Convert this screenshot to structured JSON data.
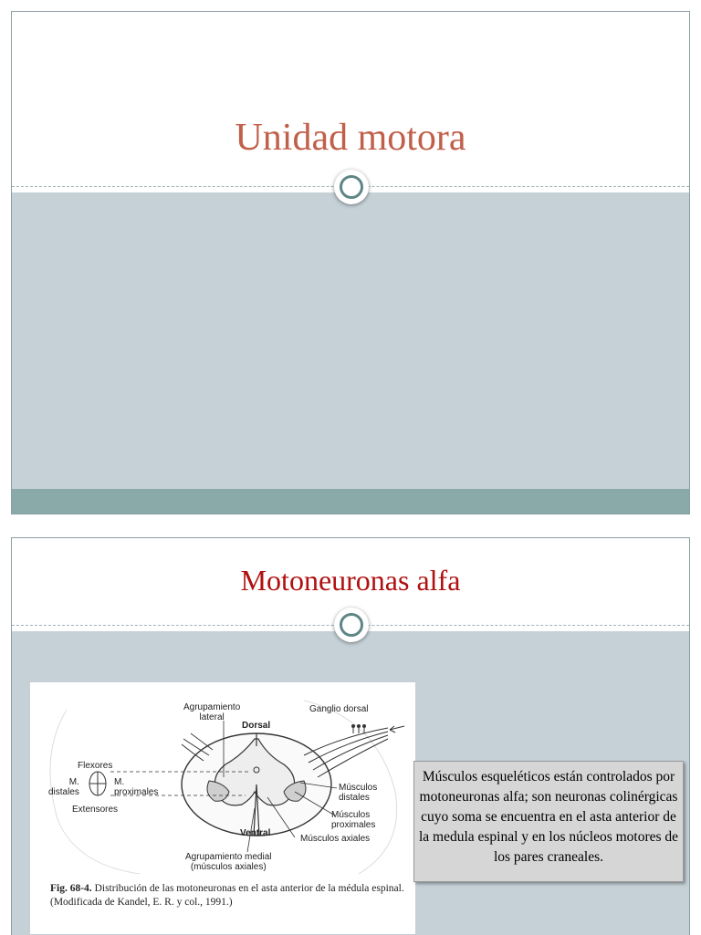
{
  "slide1": {
    "title": "Unidad motora"
  },
  "slide2": {
    "title": "Motoneuronas alfa",
    "figure": {
      "labels": {
        "agrupamiento_lateral": "Agrupamiento\nlateral",
        "dorsal": "Dorsal",
        "ganglio_dorsal": "Ganglio dorsal",
        "flexores": "Flexores",
        "m_distales": "M.\ndistales",
        "m_proximales": "M.\nproximales",
        "extensores": "Extensores",
        "musculos_distales": "Músculos\ndistales",
        "musculos_proximales": "Músculos\nproximales",
        "musculos_axiales": "Músculos axiales",
        "ventral": "Ventral",
        "agrupamiento_medial": "Agrupamiento medial\n(músculos axiales)"
      },
      "caption_bold": "Fig. 68-4.",
      "caption_text": " Distribución de las motoneuronas en el asta anterior de la médula espinal. (Modificada de Kandel, E. R. y col., 1991.)"
    },
    "body_text": "Músculos esqueléticos están controlados por motoneuronas alfa; son neuronas colinérgicas cuyo soma se encuentra en el asta anterior de la medula espinal y en los núcleos motores de los pares craneales."
  },
  "colors": {
    "title1": "#c0604a",
    "title2": "#b01010",
    "body_band": "#c5d1d7",
    "footer_band": "#89aaa9",
    "ring": "#5f8586"
  }
}
